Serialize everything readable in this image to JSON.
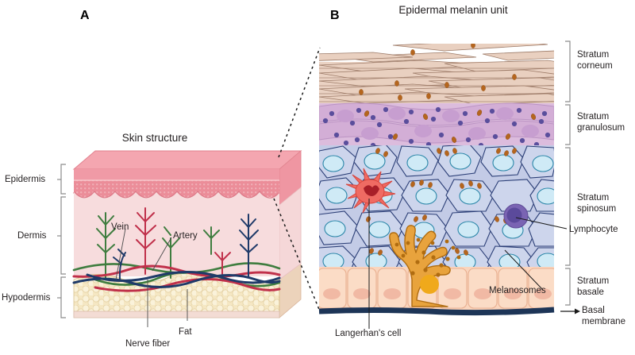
{
  "figure": {
    "panels": [
      {
        "letter": "A",
        "title": "Skin structure",
        "layer_labels": [
          {
            "text": "Epidermis",
            "id": "epidermis"
          },
          {
            "text": "Dermis",
            "id": "dermis"
          },
          {
            "text": "Hypodermis",
            "id": "hypodermis"
          }
        ],
        "callouts": [
          {
            "text": "Vein",
            "id": "vein"
          },
          {
            "text": "Artery",
            "id": "artery"
          },
          {
            "text": "Nerve fiber",
            "id": "nerve-fiber"
          },
          {
            "text": "Fat",
            "id": "fat"
          }
        ]
      },
      {
        "letter": "B",
        "title": "Epidermal melanin unit",
        "layer_labels": [
          {
            "text": "Stratum\ncorneum",
            "id": "stratum-corneum"
          },
          {
            "text": "Stratum\ngranulosum",
            "id": "stratum-granulosum"
          },
          {
            "text": "Stratum\nspinosum",
            "id": "stratum-spinosum"
          },
          {
            "text": "Stratum\nbasale",
            "id": "stratum-basale"
          },
          {
            "text": "Basal\nmembrane",
            "id": "basal-membrane"
          }
        ],
        "callouts": [
          {
            "text": "Lymphocyte",
            "id": "lymphocyte"
          },
          {
            "text": "Langerhan's cell",
            "id": "langerhans-cell"
          },
          {
            "text": "Melanosomes",
            "id": "melanosomes"
          }
        ]
      }
    ]
  },
  "colors": {
    "epidermis_top": "#f29ba6",
    "epidermis_face": "#ef8e9b",
    "epidermis_granular": "#e9818f",
    "dermis": "#f7dcdd",
    "hypodermis": "#f5e7c3",
    "fat_cell": "#f9f0d6",
    "artery": "#c0304a",
    "vein": "#1f3a69",
    "nerve": "#3f7d3f",
    "corneum": "#e8cfc0",
    "corneum_line": "#9d7b68",
    "granulosum": "#d9b7da",
    "granulosum_cell": "#c79ed0",
    "granule_blue": "#5a4e9c",
    "melanin": "#b5651d",
    "spinosum": "#c3cbe6",
    "spinosum_cell": "#ccd4ea",
    "spinosum_outline": "#2c3f77",
    "nucleus": "#cfeaf6",
    "nucleus_outline": "#2a86a8",
    "basale": "#fad5bd",
    "basale_nucleus": "#f1b9a4",
    "basal_membrane": "#1d3557",
    "melanocyte": "#e8a33d",
    "melanocyte_outline": "#b06c10",
    "melanocyte_nucleus": "#f0a91b",
    "langerhans": "#ef6b63",
    "langerhans_nucleus": "#a81f28",
    "lymphocyte": "#7a64b3",
    "lymphocyte_nucleus": "#5b4a9b",
    "bracket": "#8c8c8c",
    "leader": "#4d4d4d",
    "text": "#231f20"
  }
}
